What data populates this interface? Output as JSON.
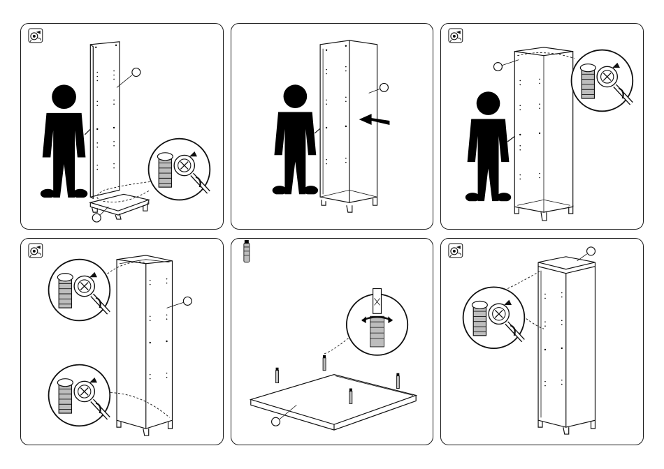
{
  "sheet": {
    "type": "assembly-instructions",
    "panels": [
      {
        "id": "step-1",
        "symbol": "cam-lock-icon",
        "person": true,
        "callouts": 2
      },
      {
        "id": "step-2",
        "symbol": "",
        "person": true,
        "callouts": 1,
        "arrow": "push-arrow"
      },
      {
        "id": "step-3",
        "symbol": "cam-lock-icon",
        "person": true,
        "callouts": 1
      },
      {
        "id": "step-4",
        "symbol": "cam-lock-icon",
        "person": false,
        "callouts": 1
      },
      {
        "id": "step-5",
        "symbol": "dowel-icon",
        "person": false,
        "callouts": 1
      },
      {
        "id": "step-6",
        "symbol": "cam-lock-icon",
        "person": false,
        "callouts": 1
      }
    ]
  },
  "colors": {
    "line": "#111111",
    "fill": "#000000",
    "paper": "#ffffff",
    "shade": "#bdbdbd"
  }
}
